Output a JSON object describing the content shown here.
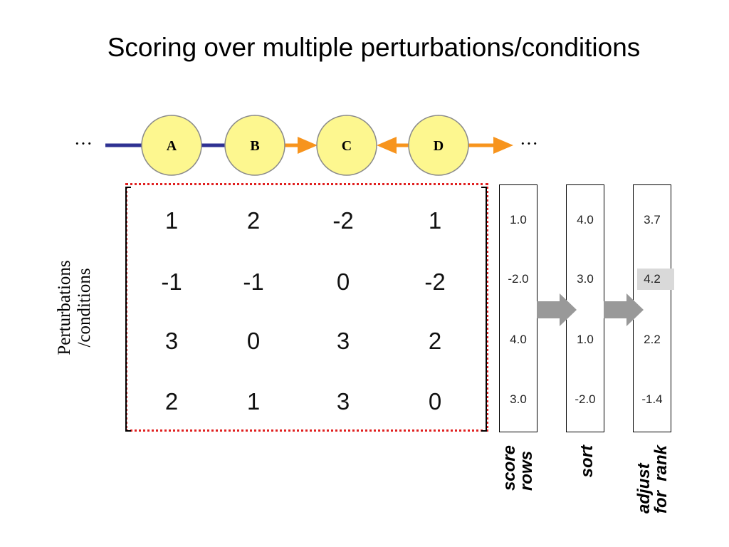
{
  "title": "Scoring over multiple perturbations/conditions",
  "chain": {
    "left_ellipsis": "···",
    "right_ellipsis": "···",
    "nodes": [
      "A",
      "B",
      "C",
      "D"
    ],
    "node_fill": "#fdf78f",
    "line_color": "#2e3192",
    "arrow_color": "#f7941d"
  },
  "y_label": [
    "Perturbations",
    "/conditions"
  ],
  "matrix": [
    [
      "1",
      "2",
      "-2",
      "1"
    ],
    [
      "-1",
      "-1",
      "0",
      "-2"
    ],
    [
      "3",
      "0",
      "3",
      "2"
    ],
    [
      "2",
      "1",
      "3",
      "0"
    ]
  ],
  "columns": [
    {
      "label": [
        "score",
        "rows"
      ],
      "values": [
        "1.0",
        "-2.0",
        "4.0",
        "3.0"
      ]
    },
    {
      "label": [
        "sort"
      ],
      "values": [
        "4.0",
        "3.0",
        "1.0",
        "-2.0"
      ]
    },
    {
      "label": [
        "adjust",
        "for  rank"
      ],
      "values": [
        "3.7",
        "4.2",
        "2.2",
        "-1.4"
      ],
      "highlight_index": 1
    }
  ],
  "colors": {
    "dotted_border": "#e02020",
    "step_arrow": "#999999",
    "highlight": "#d9d9d9"
  }
}
